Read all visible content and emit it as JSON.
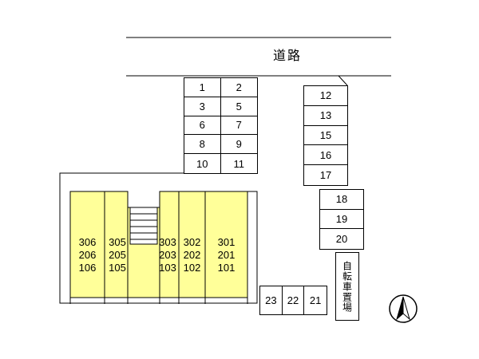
{
  "road": {
    "label": "道路"
  },
  "parking": {
    "top": {
      "cells": [
        "1",
        "2",
        "3",
        "5",
        "6",
        "7",
        "8",
        "9",
        "10",
        "11"
      ]
    },
    "right_upper": {
      "cells": [
        "12",
        "13",
        "15",
        "16",
        "17"
      ]
    },
    "right_lower": {
      "cells": [
        "18",
        "19",
        "20"
      ]
    },
    "bottom": {
      "cells": [
        "23",
        "22",
        "21"
      ]
    }
  },
  "bicycle_area": {
    "label": "自転車置場"
  },
  "building": {
    "fill_color": "#ffff99",
    "units": [
      {
        "rooms": [
          "306",
          "206",
          "106"
        ]
      },
      {
        "rooms": [
          "305",
          "205",
          "105"
        ]
      },
      {
        "rooms": [
          "303",
          "203",
          "103"
        ]
      },
      {
        "rooms": [
          "302",
          "202",
          "102"
        ]
      },
      {
        "rooms": [
          "301",
          "201",
          "101"
        ]
      }
    ]
  },
  "compass": {
    "label": "north-arrow"
  },
  "colors": {
    "line": "#000000",
    "background": "#ffffff",
    "building_fill": "#ffff99"
  }
}
